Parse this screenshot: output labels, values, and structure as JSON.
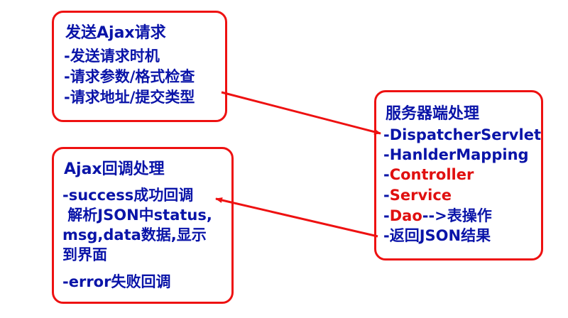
{
  "colors": {
    "border": "#ee1111",
    "text_blue": "#0a14a8",
    "text_red": "#e01010",
    "arrow": "#ee1111"
  },
  "request_box": {
    "title": "发送Ajax请求",
    "items": [
      "-发送请求时机",
      "-请求参数/格式检查",
      "-请求地址/提交类型"
    ]
  },
  "server_box": {
    "title": "服务器端处理",
    "items": [
      {
        "parts": [
          {
            "text": "-DispatcherServlet",
            "color": "blue"
          }
        ]
      },
      {
        "parts": [
          {
            "text": "-HanlderMapping",
            "color": "blue"
          }
        ]
      },
      {
        "parts": [
          {
            "text": "-",
            "color": "blue"
          },
          {
            "text": "Controller",
            "color": "red"
          }
        ]
      },
      {
        "parts": [
          {
            "text": "-",
            "color": "blue"
          },
          {
            "text": "Service",
            "color": "red"
          }
        ]
      },
      {
        "parts": [
          {
            "text": "-",
            "color": "blue"
          },
          {
            "text": "Dao",
            "color": "red"
          },
          {
            "text": "-->表操作",
            "color": "blue"
          }
        ]
      },
      {
        "parts": [
          {
            "text": "-返回JSON结果",
            "color": "blue"
          }
        ]
      }
    ]
  },
  "callback_box": {
    "title": "Ajax回调处理",
    "items": [
      "-success成功回调",
      " 解析JSON中status,",
      "msg,data数据,显示",
      "到界面",
      "-error失败回调"
    ]
  }
}
